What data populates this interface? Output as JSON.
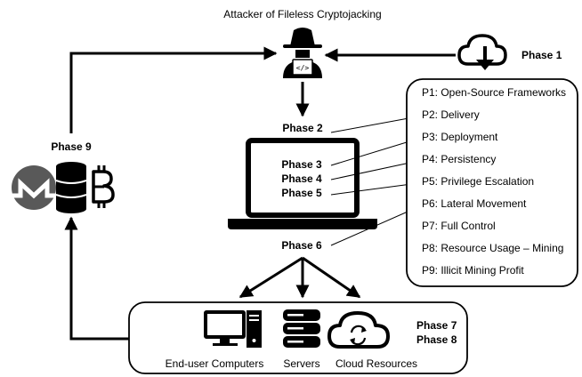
{
  "title": "Attacker of Fileless Cryptojacking",
  "phases": {
    "p1": "Phase 1",
    "p2": "Phase 2",
    "p3": "Phase 3",
    "p4": "Phase 4",
    "p5": "Phase 5",
    "p6": "Phase 6",
    "p7": "Phase 7",
    "p8": "Phase 8",
    "p9": "Phase 9"
  },
  "legend": [
    "P1: Open-Source Frameworks",
    "P2: Delivery",
    "P3: Deployment",
    "P4: Persistency",
    "P5: Privilege Escalation",
    "P6: Lateral Movement",
    "P7: Full Control",
    "P8: Resource Usage – Mining",
    "P9: Illicit Mining Profit"
  ],
  "targets": {
    "computers": "End-user Computers",
    "servers": "Servers",
    "cloud": "Cloud Resources"
  },
  "icons": {
    "attacker": "hacker-icon",
    "download": "cloud-download-icon",
    "laptop": "laptop-icon",
    "coins": "cryptocurrency-icon",
    "computer": "desktop-computer-icon",
    "server": "server-icon",
    "cloud": "cloud-sync-icon"
  }
}
